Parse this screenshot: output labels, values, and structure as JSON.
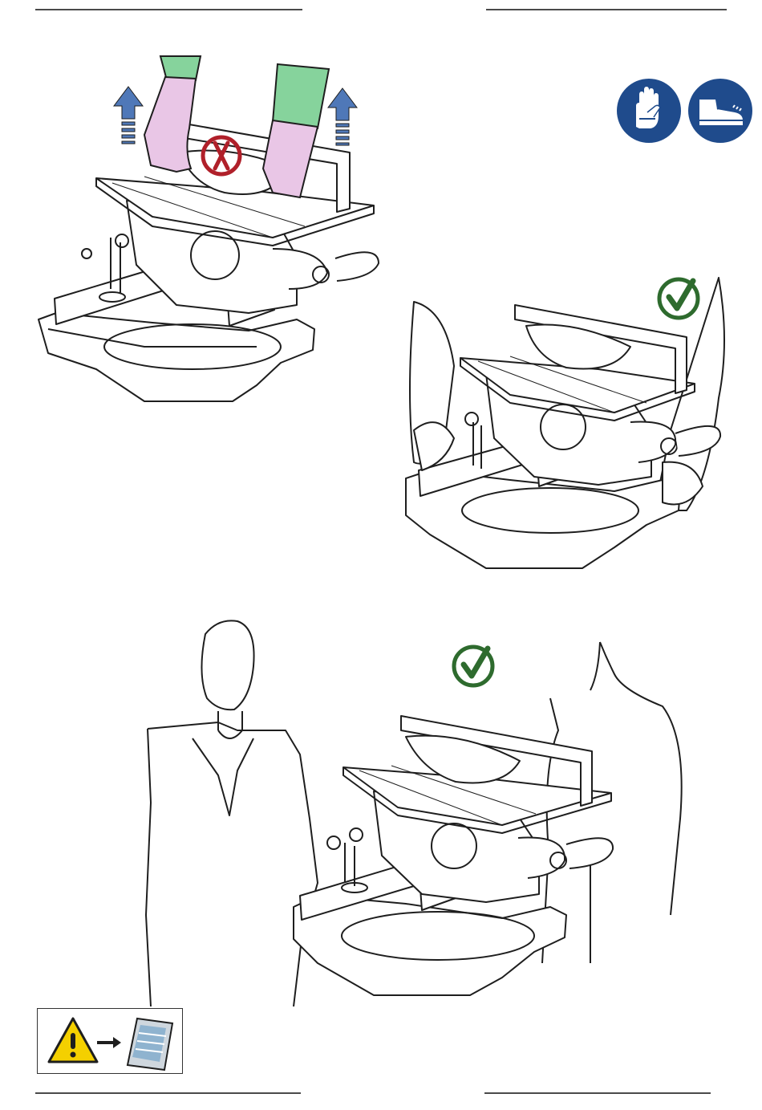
{
  "page": {
    "type": "instruction-manual-illustration-page"
  },
  "colors": {
    "line": "#1e1e1e",
    "glove_pink": "#e9c6e6",
    "sleeve_green": "#86d39c",
    "arrow_blue": "#4f78b8",
    "ppe_blue": "#1f4b8c",
    "ok_green": "#2e6b2e",
    "no_red": "#b0202a",
    "warning_yellow": "#f4d000"
  },
  "panels": [
    {
      "id": "lift-by-table-wrong",
      "status": "incorrect",
      "icons": [
        "up-arrow-icon",
        "up-arrow-icon",
        "prohibited-icon"
      ]
    },
    {
      "id": "lift-by-base-correct",
      "status": "correct",
      "icons": [
        "checkmark-icon"
      ]
    },
    {
      "id": "two-person-carry-correct",
      "status": "correct",
      "icons": [
        "checkmark-icon"
      ]
    }
  ],
  "ppe_icons": [
    "gloves-icon",
    "safety-boot-icon"
  ],
  "warning_box": {
    "icons": [
      "warning-triangle-icon",
      "arrow-right-icon",
      "manual-booklet-icon"
    ]
  }
}
